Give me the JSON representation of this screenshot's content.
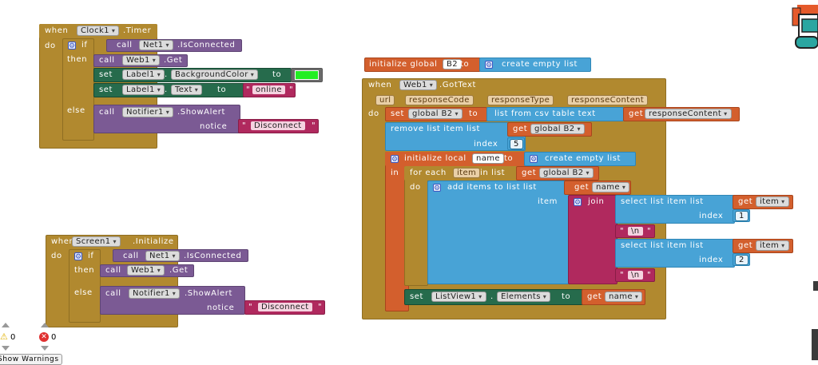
{
  "colors": {
    "control": "#b1892f",
    "component": "#7b5a94",
    "setter": "#266b4c",
    "list": "#48a3d6",
    "variable": "#d35f2d",
    "text": "#b0295e",
    "color_value": "#22ee22"
  },
  "words": {
    "when": "when",
    "do": "do",
    "if": "if",
    "then": "then",
    "else": "else",
    "call": "call",
    "set": "set",
    "to": "to",
    "get": "get",
    "notice": "notice",
    "url": "url",
    "in": "in",
    "index": "index",
    "item": "item"
  },
  "clock_event": {
    "component": "Clock1",
    "event": ".Timer",
    "if_component": "Net1",
    "if_method": ".IsConnected",
    "web_component": "Web1",
    "web_method": ".Get",
    "label1": "Label1",
    "bg_property": "BackgroundColor",
    "label2": "Label1",
    "text_property": "Text",
    "text_value": "online",
    "notifier": "Notifier1",
    "notifier_method": ".ShowAlert",
    "notice_value": "Disconnect"
  },
  "screen_event": {
    "component": "Screen1",
    "event": ".Initialize",
    "if_component": "Net1",
    "if_method": ".IsConnected",
    "web_component": "Web1",
    "web_method": ".Get",
    "notifier": "Notifier1",
    "notifier_method": ".ShowAlert",
    "notice_value": "Disconnect"
  },
  "global_init": {
    "label": "initialize global",
    "name": "B2",
    "to": "to",
    "create": "create empty list"
  },
  "web_event": {
    "component": "Web1",
    "event": ".GotText",
    "params": [
      "url",
      "responseCode",
      "responseType",
      "responseContent"
    ],
    "set_label": "set",
    "global_var": "global B2",
    "csv_label": "list from csv table  text",
    "response_var": "responseContent",
    "remove_label": "remove list item  list",
    "remove_index": "5",
    "init_local": "initialize local",
    "local_name": "name",
    "create": "create empty list",
    "for_each": "for each",
    "loop_var": "item",
    "in_list": "in list",
    "add_items": "add items to list  list",
    "item_label": "item",
    "join": "join",
    "select_label": "select list item  list",
    "get_item": "item",
    "index1": "1",
    "index2": "2",
    "newline": "\\n",
    "listview": "ListView1",
    "elements_prop": "Elements",
    "get_name": "name"
  },
  "status": {
    "warnings_count": "0",
    "errors_count": "0",
    "warnings_label": "Show Warnings"
  }
}
